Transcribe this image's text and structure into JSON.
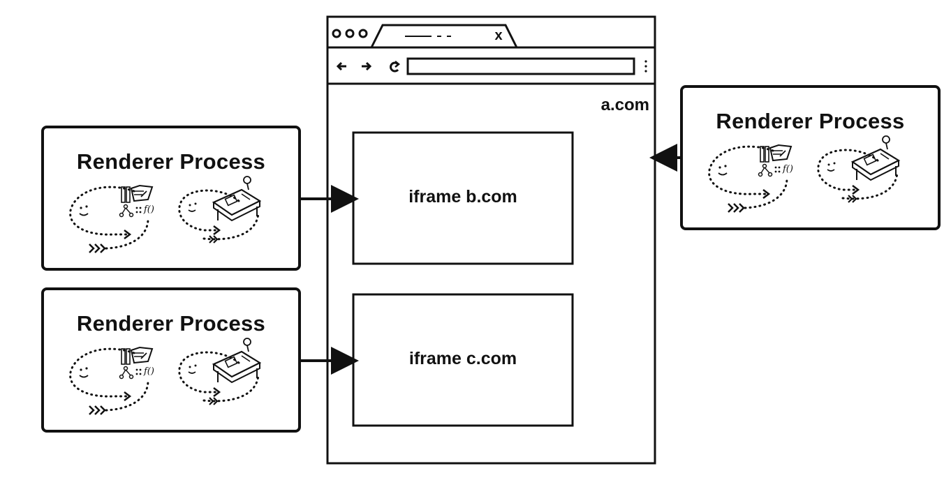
{
  "browser": {
    "site_label": "a.com",
    "tab_close_glyph": "x",
    "nav_icons": [
      "back-arrow-icon",
      "forward-arrow-icon",
      "reload-icon",
      "kebab-menu-icon"
    ]
  },
  "iframes": [
    {
      "label": "iframe b.com"
    },
    {
      "label": "iframe c.com"
    }
  ],
  "processes": [
    {
      "title": "Renderer Process"
    },
    {
      "title": "Renderer Process"
    },
    {
      "title": "Renderer Process"
    }
  ],
  "colors": {
    "ink": "#111111",
    "background": "#ffffff"
  }
}
